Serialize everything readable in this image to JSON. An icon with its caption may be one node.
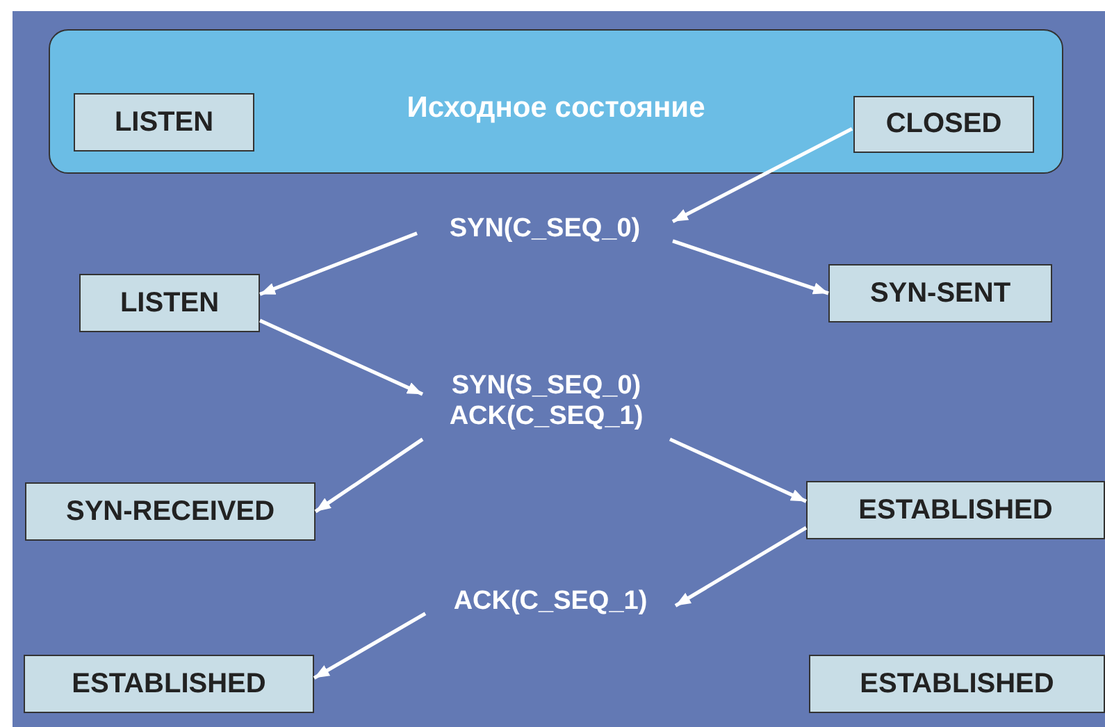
{
  "diagram": {
    "nodes": [
      {
        "text": [
          "Исходное состояние"
        ]
      },
      {
        "text": [
          "LISTEN"
        ],
        "in": 0
      },
      {
        "text": [
          "CLOSED"
        ],
        "in": 0
      },
      {
        "text": [
          "SYN(C_SEQ_0)"
        ]
      },
      {
        "text": [
          "LISTEN"
        ]
      },
      {
        "text": [
          "SYN-SENT"
        ]
      },
      {
        "text": [
          "SYN(S_SEQ_0) ACK(C_SEQ_1)"
        ]
      },
      {
        "text": [
          "SYN-RECEIVED"
        ]
      },
      {
        "text": [
          "ESTABLISHED"
        ]
      },
      {
        "text": [
          "ACK(C_SEQ_1)"
        ]
      },
      {
        "text": [
          "ESTABLISHED"
        ]
      },
      {
        "text": [
          "ESTABLISHED"
        ]
      }
    ],
    "edges": [
      {
        "from": 2,
        "to": 3,
        "arrow": "to"
      },
      {
        "from": 3,
        "to": 4,
        "arrow": "to"
      },
      {
        "from": 3,
        "to": 5,
        "arrow": "to"
      },
      {
        "from": 4,
        "to": 6,
        "arrow": "to"
      },
      {
        "from": 6,
        "to": 7,
        "arrow": "to"
      },
      {
        "from": 6,
        "to": 8,
        "arrow": "to"
      },
      {
        "from": 8,
        "to": 9,
        "arrow": "to"
      },
      {
        "from": 9,
        "to": 10,
        "arrow": "to"
      }
    ]
  }
}
